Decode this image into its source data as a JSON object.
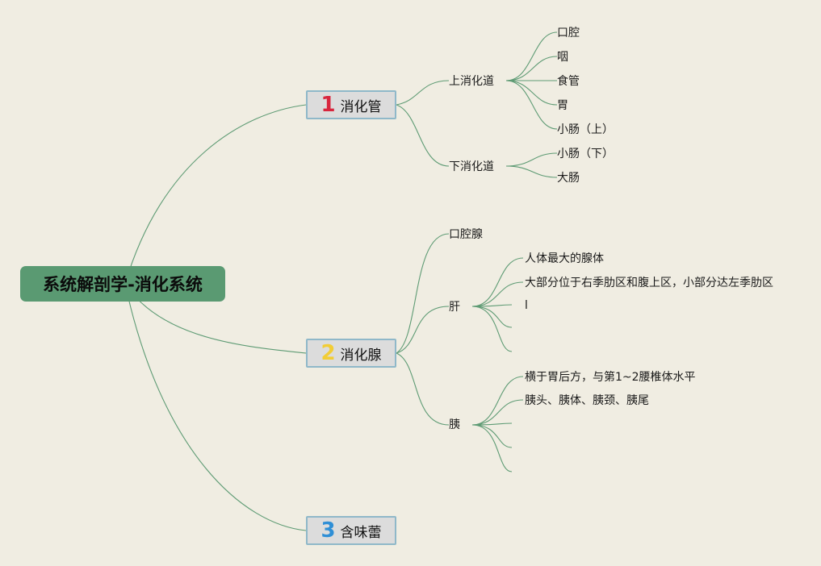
{
  "root": {
    "label": "系统解剖学-消化系统"
  },
  "colors": {
    "num1": "#d8263e",
    "num2": "#f2cd35",
    "num3": "#2f8fd6",
    "link": "#5e9b74",
    "root_bg": "#5a9a72"
  },
  "branches": [
    {
      "num": "1",
      "label": "消化管",
      "children": [
        {
          "label": "上消化道",
          "children": [
            "口腔",
            "咽",
            "食管",
            "胃",
            "小肠（上）"
          ]
        },
        {
          "label": "下消化道",
          "children": [
            "小肠（下）",
            "大肠"
          ]
        }
      ]
    },
    {
      "num": "2",
      "label": "消化腺",
      "children": [
        {
          "label": "口腔腺",
          "children": []
        },
        {
          "label": "肝",
          "children": [
            "人体最大的腺体",
            "大部分位于右季肋区和腹上区，小部分达左季肋区",
            "l",
            "",
            ""
          ]
        },
        {
          "label": "胰",
          "children": [
            "横于胃后方，与第1~2腰椎体水平",
            "胰头、胰体、胰颈、胰尾",
            "",
            "",
            ""
          ]
        }
      ]
    },
    {
      "num": "3",
      "label": "含味蕾",
      "children": []
    }
  ]
}
